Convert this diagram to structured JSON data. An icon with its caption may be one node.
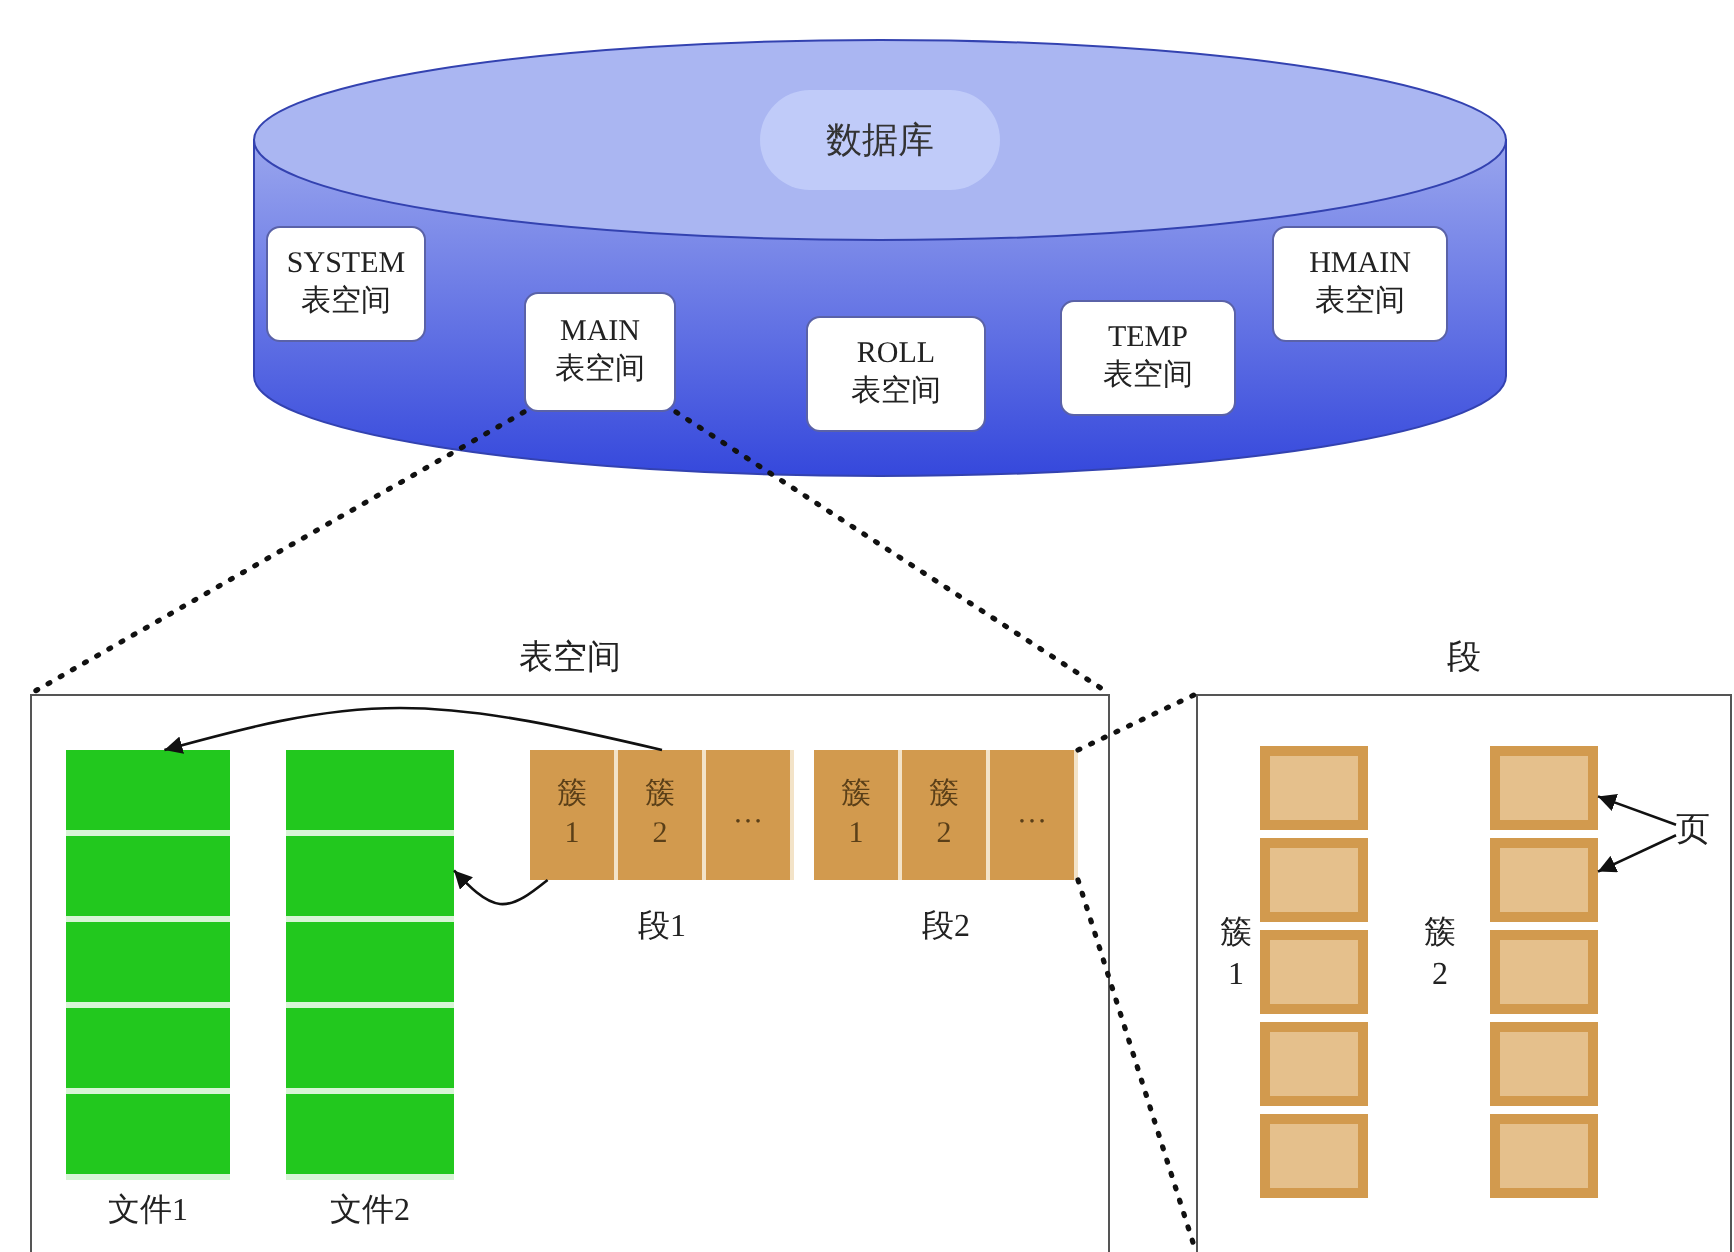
{
  "diagram": {
    "nodes": [
      {
        "text": [
          "数据库"
        ]
      },
      {
        "text": [
          "SYSTEM 表空间"
        ],
        "in": 0
      },
      {
        "text": [
          "MAIN 表空间"
        ],
        "in": 0
      },
      {
        "text": [
          "ROLL 表空间"
        ],
        "in": 0
      },
      {
        "text": [
          "TEMP 表空间"
        ],
        "in": 0
      },
      {
        "text": [
          "HMAIN 表空间"
        ],
        "in": 0
      },
      {
        "text": [
          "表空间"
        ]
      },
      {
        "text": [
          "文件1"
        ],
        "in": 6
      },
      {
        "text": [
          "文件2"
        ],
        "in": 6
      },
      {
        "text": [
          "段1"
        ],
        "in": 6
      },
      {
        "text": [
          "簇1"
        ],
        "in": 9
      },
      {
        "text": [
          "簇2"
        ],
        "in": 9
      },
      {
        "text": [
          "…"
        ],
        "in": 9
      },
      {
        "text": [
          "段2"
        ],
        "in": 6
      },
      {
        "text": [
          "簇1"
        ],
        "in": 13
      },
      {
        "text": [
          "簇2"
        ],
        "in": 13
      },
      {
        "text": [
          "…"
        ],
        "in": 13
      },
      {
        "text": [
          "段"
        ]
      },
      {
        "text": [
          "簇1"
        ],
        "in": 17
      },
      {
        "text": [],
        "shape": "box",
        "in": 18
      },
      {
        "text": [],
        "shape": "box",
        "in": 18
      },
      {
        "text": [],
        "shape": "box",
        "in": 18
      },
      {
        "text": [],
        "shape": "box",
        "in": 18
      },
      {
        "text": [],
        "shape": "box",
        "in": 18
      },
      {
        "text": [
          "簇2"
        ],
        "in": 17
      },
      {
        "text": [],
        "shape": "box",
        "in": 24
      },
      {
        "text": [],
        "shape": "box",
        "in": 24
      },
      {
        "text": [],
        "shape": "box",
        "in": 24
      },
      {
        "text": [],
        "shape": "box",
        "in": 24
      },
      {
        "text": [],
        "shape": "box",
        "in": 24
      },
      {
        "text": [
          "页"
        ],
        "in": 17
      },
      {
        "text": [],
        "shape": "bar",
        "in": 7
      },
      {
        "text": [],
        "shape": "bar",
        "in": 8
      }
    ],
    "edges": [
      {
        "from": 2,
        "to": 6,
        "arrow": "none",
        "style": "dashed"
      },
      {
        "from": 2,
        "to": 6,
        "arrow": "none",
        "style": "dashed"
      },
      {
        "from": 11,
        "to": 31,
        "arrow": "to"
      },
      {
        "from": 10,
        "to": 32,
        "arrow": "to"
      },
      {
        "from": 13,
        "to": 17,
        "arrow": "none",
        "style": "dashed"
      },
      {
        "from": 13,
        "to": 17,
        "arrow": "none",
        "style": "dashed"
      },
      {
        "from": 30,
        "to": 25,
        "arrow": "to"
      },
      {
        "from": 30,
        "to": 26,
        "arrow": "to"
      }
    ]
  }
}
